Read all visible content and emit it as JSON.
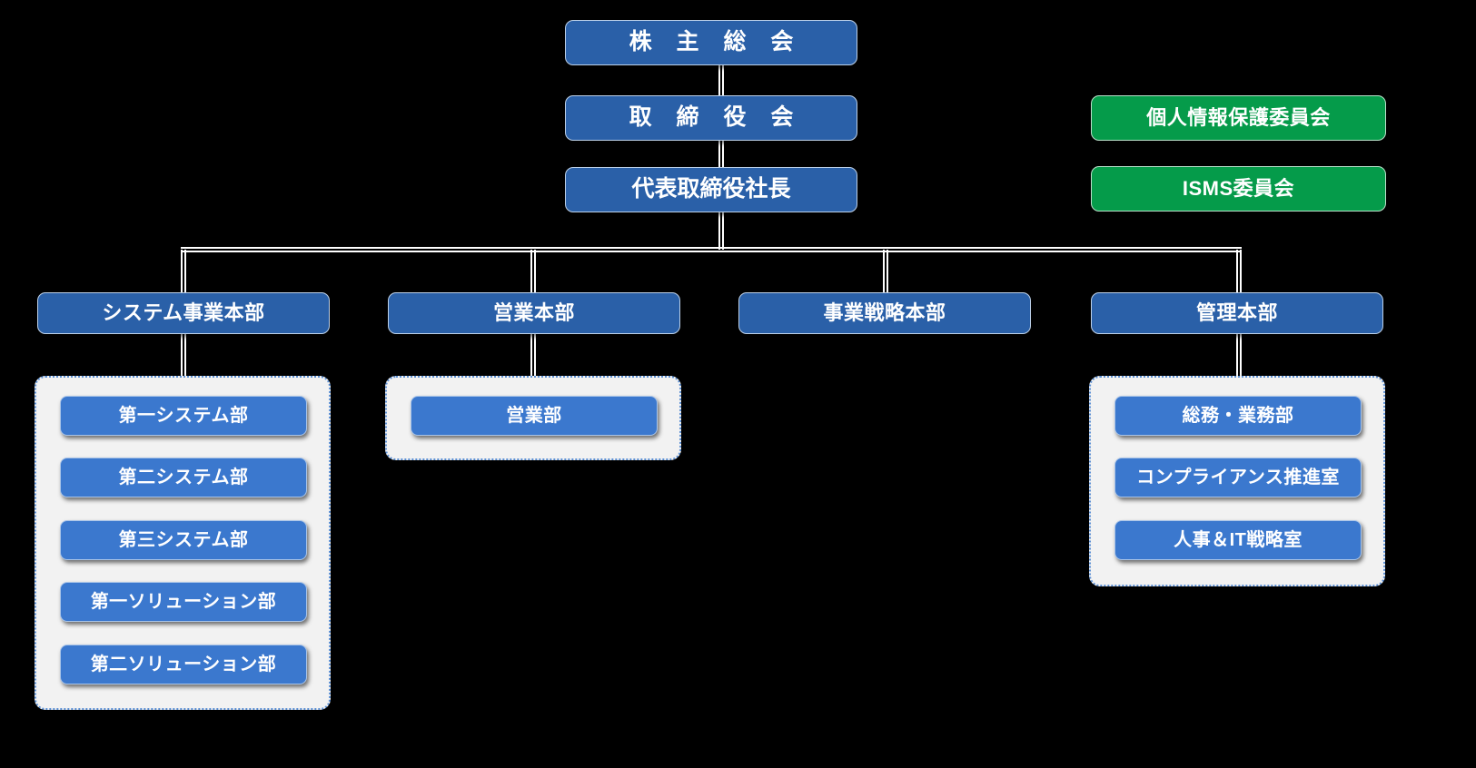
{
  "chart_title": "",
  "colors": {
    "background": "#000000",
    "top_box": "#2A60A8",
    "division_box": "#2A60A8",
    "department_box": "#3B78CE",
    "committee_box": "#059B4A",
    "panel_background": "#F2F2F2",
    "panel_border": "#5B8FD4",
    "connector": "#FFFFFF",
    "text": "#FFFFFF"
  },
  "hierarchy": {
    "level1": {
      "label": "株 主 総 会"
    },
    "level2": {
      "label": "取 締 役 会"
    },
    "level3": {
      "label": "代表取締役社長"
    }
  },
  "committees": [
    {
      "label": "個人情報保護委員会"
    },
    {
      "label": "ISMS委員会"
    }
  ],
  "divisions": [
    {
      "label": "システム事業本部",
      "departments": [
        {
          "label": "第一システム部"
        },
        {
          "label": "第二システム部"
        },
        {
          "label": "第三システム部"
        },
        {
          "label": "第一ソリューション部"
        },
        {
          "label": "第二ソリューション部"
        }
      ]
    },
    {
      "label": "営業本部",
      "departments": [
        {
          "label": "営業部"
        }
      ]
    },
    {
      "label": "事業戦略本部",
      "departments": []
    },
    {
      "label": "管理本部",
      "departments": [
        {
          "label": "総務・業務部"
        },
        {
          "label": "コンプライアンス推進室"
        },
        {
          "label": "人事＆IT戦略室"
        }
      ]
    }
  ]
}
